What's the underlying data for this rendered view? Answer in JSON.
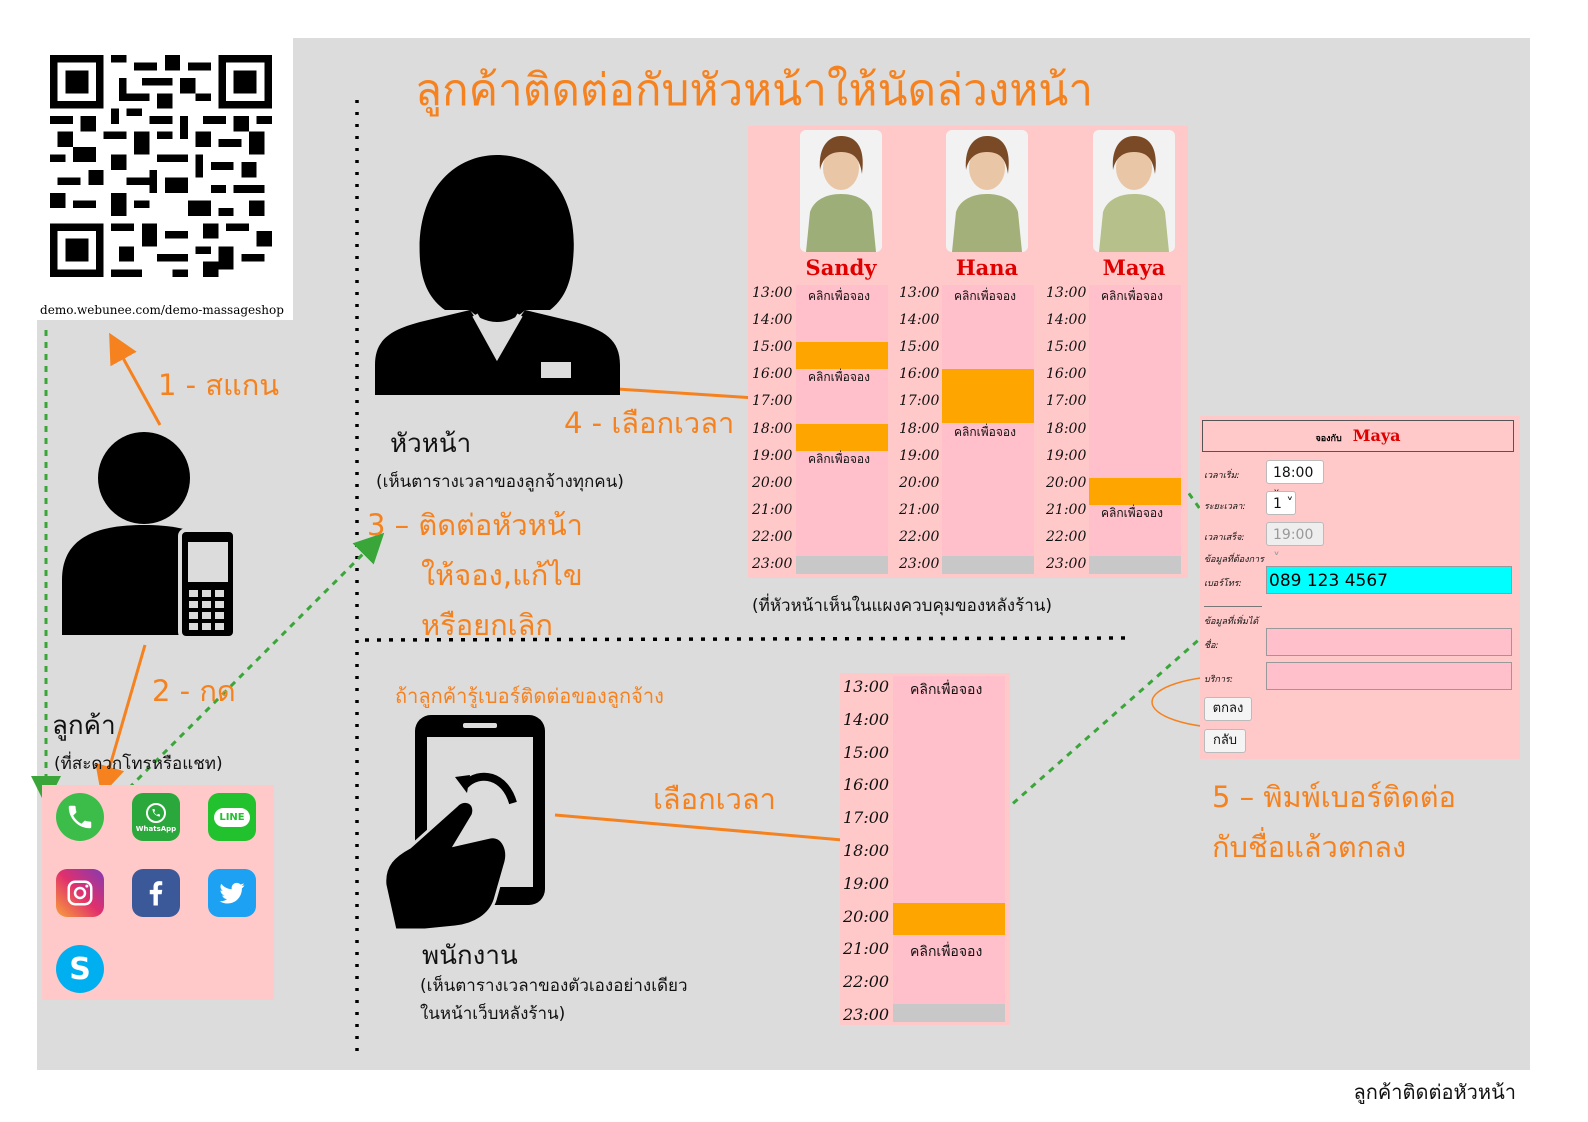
{
  "title": "ลูกค้าติดต่อกับหัวหน้าให้นัดล่วงหน้า",
  "qr_url": "demo.webunee.com/demo-massageshop",
  "steps": {
    "step1": "1 - สแกน",
    "step2": "2 - กด",
    "step3_line1": "3 – ติดต่อหัวหน้า",
    "step3_line2": "ให้จอง,แก้ไข",
    "step3_line3": "หรือยกเลิก",
    "step4": "4 - เลือกเวลา",
    "step5_line1": "5 – พิมพ์เบอร์ติดต่อ",
    "step5_line2": "กับชื่อแล้วตกลง",
    "select_time": "เลือกเวลา"
  },
  "roles": {
    "customer": "ลูกค้า",
    "customer_note": "(ที่สะดวกโทรหรือแชท)",
    "manager": "หัวหน้า",
    "manager_note": "(เห็นตารางเวลาของลูกจ้างทุกคน)",
    "employee": "พนักงาน",
    "employee_note_line1": "(เห็นตารางเวลาของตัวเองอย่างเดียว",
    "employee_note_line2": "ในหน้าเว็บหลังร้าน)",
    "if_customer_knows": "ถ้าลูกค้ารู้เบอร์ติดต่อของลูกจ้าง"
  },
  "social_apps": [
    "phone-icon",
    "whatsapp-icon",
    "line-icon",
    "instagram-icon",
    "facebook-icon",
    "twitter-icon",
    "skype-icon"
  ],
  "whatsapp_text": "WhatsApp",
  "line_text": "LINE",
  "schedule": {
    "caption": "(ที่หัวหน้าเห็นในแผงควบคุมของหลังร้าน)",
    "times": [
      "13:00",
      "14:00",
      "15:00",
      "16:00",
      "17:00",
      "18:00",
      "19:00",
      "20:00",
      "21:00",
      "22:00",
      "23:00"
    ],
    "book_label": "คลิกเพื่อจอง",
    "staff": [
      {
        "name": "Sandy",
        "booked": [
          "15:00",
          "18:00"
        ]
      },
      {
        "name": "Hana",
        "booked": [
          "16:00",
          "17:00"
        ]
      },
      {
        "name": "Maya",
        "booked": [
          "20:00"
        ]
      }
    ]
  },
  "employee_schedule": {
    "times": [
      "13:00",
      "14:00",
      "15:00",
      "16:00",
      "17:00",
      "18:00",
      "19:00",
      "20:00",
      "21:00",
      "22:00",
      "23:00"
    ],
    "booked": [
      "20:00"
    ]
  },
  "form": {
    "heading_prefix": "จองกับ",
    "heading_name": "Maya",
    "start_label": "เวลาเริ่ม:",
    "start_value": "18:00",
    "duration_label": "ระยะเวลา:",
    "duration_value": "1",
    "end_label": "เวลาเสร็จ:",
    "end_value": "19:00",
    "required_section": "ข้อมูลที่ต้องการ",
    "phone_label": "เบอร์โทร:",
    "phone_value": "089 123 4567",
    "optional_section": "ข้อมูลที่เพิ่มได้",
    "name_label": "ชื่อ:",
    "service_label": "บริการ:",
    "ok_button": "ตกลง",
    "back_button": "กลับ"
  },
  "footer": "ลูกค้าติดต่อหัวหน้า",
  "colors": {
    "accent": "#f5821f",
    "booked": "#ffa500",
    "panel": "#ffc9c9",
    "phone_highlight": "#00ffff",
    "staff_name": "#e00000",
    "arrow_dashed": "#3aa63a"
  }
}
